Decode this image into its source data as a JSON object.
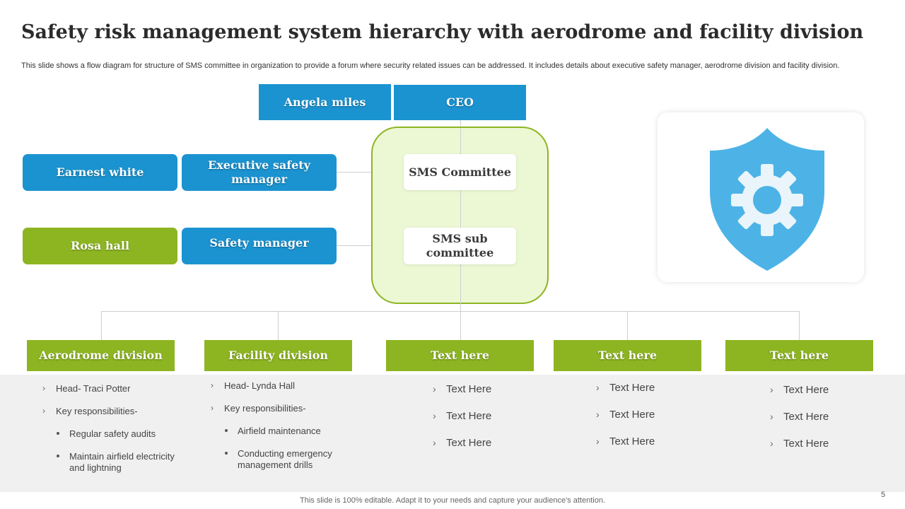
{
  "title": "Safety risk management system hierarchy with aerodrome and facility division",
  "subtitle": "This slide shows a flow diagram for structure of SMS  committee in organization to provide a forum where security related issues can be addressed. It includes details about executive safety manager, aerodrome division and facility division.",
  "top_row": {
    "name": "Angela miles",
    "role": "CEO"
  },
  "left_boxes": {
    "name_1": "Earnest white",
    "role_1": "Executive safety manager",
    "name_2": "Rosa hall",
    "role_2": "Safety manager"
  },
  "committee": {
    "sms_committee": "SMS Committee",
    "sms_sub": "SMS sub committee"
  },
  "shield": {
    "icon": "shield-gear-icon",
    "color": "#4db3e6"
  },
  "divisions": [
    {
      "header": "Aerodrome division",
      "items": [
        "Head- Traci Potter",
        "Key responsibilities-"
      ],
      "bullets": [
        "Regular  safety audits",
        "Maintain airfield electricity and lightning"
      ]
    },
    {
      "header": "Facility division",
      "items": [
        "Head- Lynda Hall",
        "Key responsibilities-"
      ],
      "bullets": [
        "Airfield maintenance",
        "Conducting emergency management drills"
      ]
    },
    {
      "header": "Text here",
      "items": [
        "Text Here",
        "Text Here",
        "Text Here"
      ]
    },
    {
      "header": "Text here",
      "items": [
        "Text Here",
        "Text Here",
        "Text Here"
      ]
    },
    {
      "header": "Text here",
      "items": [
        "Text Here",
        "Text Here",
        "Text Here"
      ]
    }
  ],
  "footer": "This slide is 100% editable. Adapt it to your needs and capture your audience's attention.",
  "page_number": "5",
  "colors": {
    "blue": "#1b93d0",
    "green": "#8db521",
    "panel": "#ecf7d4",
    "band": "#f0f0f0"
  }
}
